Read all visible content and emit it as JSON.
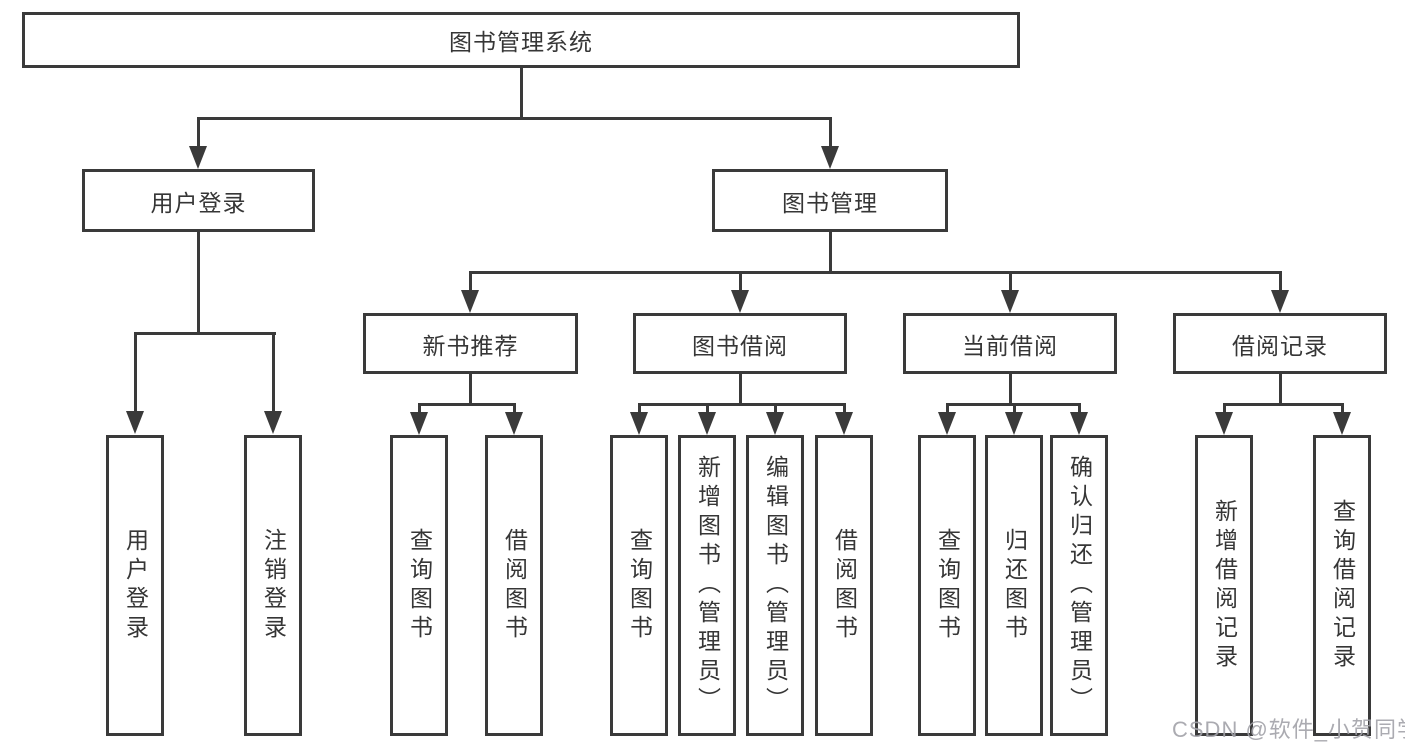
{
  "diagram": {
    "root": {
      "label": "图书管理系统"
    },
    "level2": [
      {
        "label": "用户登录"
      },
      {
        "label": "图书管理"
      }
    ],
    "level3": [
      {
        "label": "新书推荐"
      },
      {
        "label": "图书借阅"
      },
      {
        "label": "当前借阅"
      },
      {
        "label": "借阅记录"
      }
    ],
    "leaves": [
      [
        "用户登录",
        "注销登录"
      ],
      [
        "查询图书",
        "借阅图书"
      ],
      [
        "查询图书",
        "新增图书（管理员）",
        "编辑图书（管理员）",
        "借阅图书"
      ],
      [
        "查询图书",
        "归还图书",
        "确认归还（管理员）"
      ],
      [
        "新增借阅记录",
        "查询借阅记录"
      ]
    ]
  },
  "watermark": {
    "text": "CSDN @软件_小贺同学"
  },
  "colors": {
    "line": "#3a3a3a",
    "text": "#363636",
    "background": "#ffffff",
    "watermark": "#a2a2a8"
  }
}
